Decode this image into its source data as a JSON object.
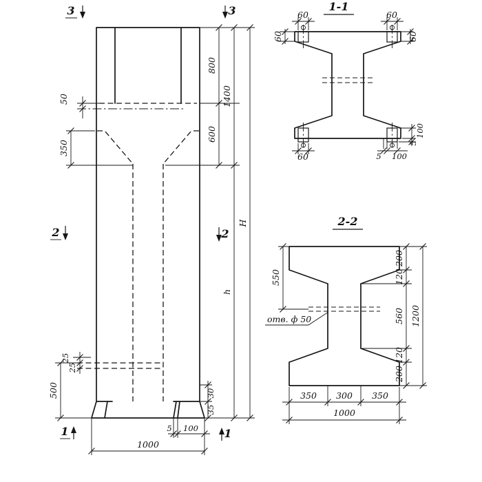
{
  "elevation": {
    "marker_top_left": "3",
    "marker_top_right": "3",
    "marker_mid_left": "2",
    "marker_mid_right": "2",
    "marker_bottom_left": "1",
    "marker_bottom_right": "1",
    "dim_50": "50",
    "dim_350": "350",
    "dim_800": "800",
    "dim_600": "600",
    "dim_1400": "1400",
    "dim_H": "H",
    "dim_h": "h",
    "dim_500": "500",
    "dim_25a": "25",
    "dim_25b": "25",
    "dim_30": "30",
    "dim_35": "35",
    "dim_5": "5",
    "dim_100": "100",
    "dim_1000": "1000"
  },
  "section1": {
    "title": "1-1",
    "dim_60_top_left": "60",
    "dim_60_left": "60",
    "dim_60_top_right": "60",
    "dim_60_right": "60",
    "dim_60_bottom": "60",
    "dim_5_bottom": "5",
    "dim_100_bottom": "100",
    "dim_100_right": "100",
    "dim_5_right": "5"
  },
  "section2": {
    "title": "2-2",
    "dim_550": "550",
    "dim_200_top": "200",
    "dim_120_top": "120",
    "dim_560": "560",
    "dim_120_bottom": "120",
    "dim_200_bottom": "200",
    "dim_1200": "1200",
    "dim_350_left": "350",
    "dim_300": "300",
    "dim_350_right": "350",
    "dim_1000": "1000",
    "hole_label": "отв. ф 50"
  }
}
